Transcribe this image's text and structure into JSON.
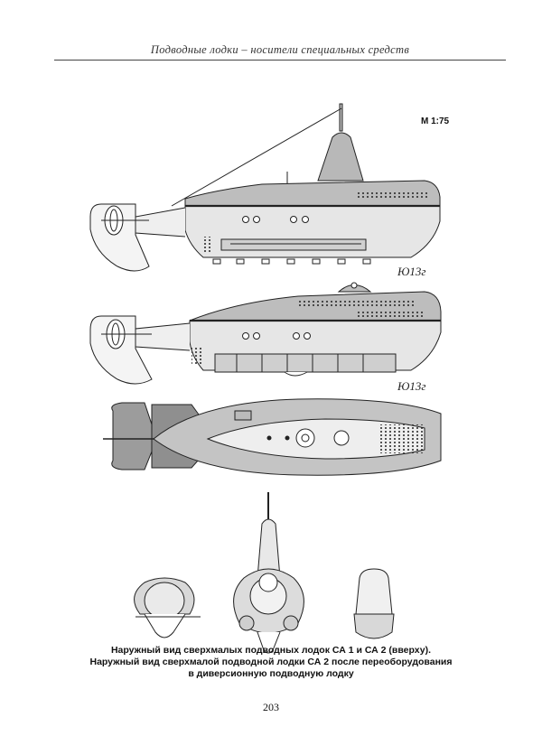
{
  "running_head": "Подводные лодки – носители специальных средств",
  "scale": "М 1:75",
  "signature": "Ю13г",
  "caption": {
    "line1": "Наружный вид сверхмалых подводных лодок СА 1 и СА 2 (вверху).",
    "line2": "Наружный вид сверхмалой подводной лодки СА 2 после переоборудования",
    "line3": "в диверсионную подводную лодку"
  },
  "page_number": "203"
}
